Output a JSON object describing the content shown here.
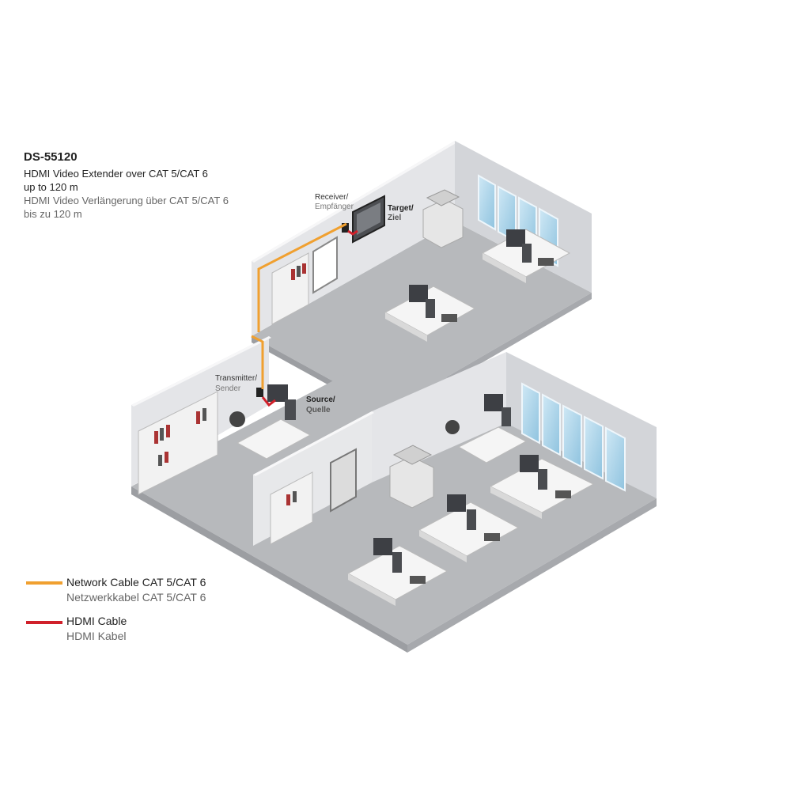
{
  "header": {
    "model": "DS-55120",
    "line1": "HDMI Video Extender over CAT 5/CAT 6",
    "line2": "up to 120 m",
    "line3": "HDMI Video Verlängerung über CAT 5/CAT 6",
    "line4": "bis zu 120 m"
  },
  "labels": {
    "receiver_en": "Receiver/",
    "receiver_de": "Empfänger",
    "target_en": "Target/",
    "target_de": "Ziel",
    "transmitter_en": "Transmitter/",
    "transmitter_de": "Sender",
    "source_en": "Source/",
    "source_de": "Quelle"
  },
  "legend": {
    "network_en": "Network Cable CAT 5/CAT 6",
    "network_de": "Netzwerkkabel CAT 5/CAT 6",
    "network_color": "#f0a030",
    "hdmi_en": "HDMI Cable",
    "hdmi_de": "HDMI Kabel",
    "hdmi_color": "#d0202a"
  },
  "colors": {
    "floor": "#b9bbbe",
    "wall_light": "#e8e9eb",
    "wall_mid": "#d6d8db",
    "window": "#a9d4ea",
    "desk": "#f4f4f4"
  }
}
